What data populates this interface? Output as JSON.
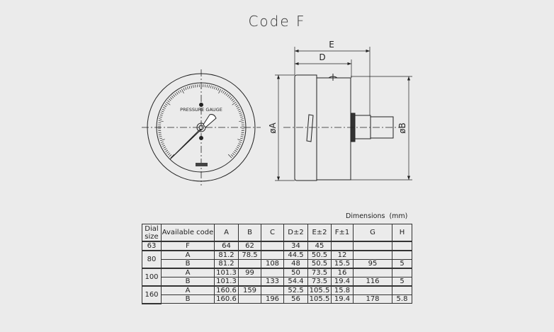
{
  "title": "Code F",
  "drawing": {
    "gauge_label": "PRESSURE GAUGE",
    "dim_labels": {
      "E": "E",
      "D": "D",
      "A": "øA",
      "B": "øB"
    }
  },
  "table": {
    "units": "Dimensions (mm)",
    "headers": {
      "dial": "Dial size",
      "code": "Available code",
      "A": "A",
      "B": "B",
      "C": "C",
      "D": "D±2",
      "E": "E±2",
      "F": "F±1",
      "G": "G",
      "H": "H"
    },
    "rows": [
      {
        "dial": "63",
        "code": "F",
        "A": "64",
        "B": "62",
        "C": "",
        "D": "34",
        "E": "45",
        "F": "",
        "G": "",
        "H": ""
      },
      {
        "dial": "80",
        "code": "A",
        "A": "81.2",
        "B": "78.5",
        "C": "",
        "D": "44.5",
        "E": "50.5",
        "F": "12",
        "G": "",
        "H": ""
      },
      {
        "dial": "",
        "code": "B",
        "A": "81.2",
        "B": "",
        "C": "108",
        "D": "48",
        "E": "50.5",
        "F": "15.5",
        "G": "95",
        "H": "5"
      },
      {
        "dial": "100",
        "code": "A",
        "A": "101.3",
        "B": "99",
        "C": "",
        "D": "50",
        "E": "73.5",
        "F": "16",
        "G": "",
        "H": ""
      },
      {
        "dial": "",
        "code": "B",
        "A": "101.3",
        "B": "",
        "C": "133",
        "D": "54.4",
        "E": "73.5",
        "F": "19.4",
        "G": "116",
        "H": "5"
      },
      {
        "dial": "160",
        "code": "A",
        "A": "160.6",
        "B": "159",
        "C": "",
        "D": "52.5",
        "E": "105.5",
        "F": "15.8",
        "G": "",
        "H": ""
      },
      {
        "dial": "",
        "code": "B",
        "A": "160.6",
        "B": "",
        "C": "196",
        "D": "56",
        "E": "105.5",
        "F": "19.4",
        "G": "178",
        "H": "5.8"
      }
    ]
  }
}
